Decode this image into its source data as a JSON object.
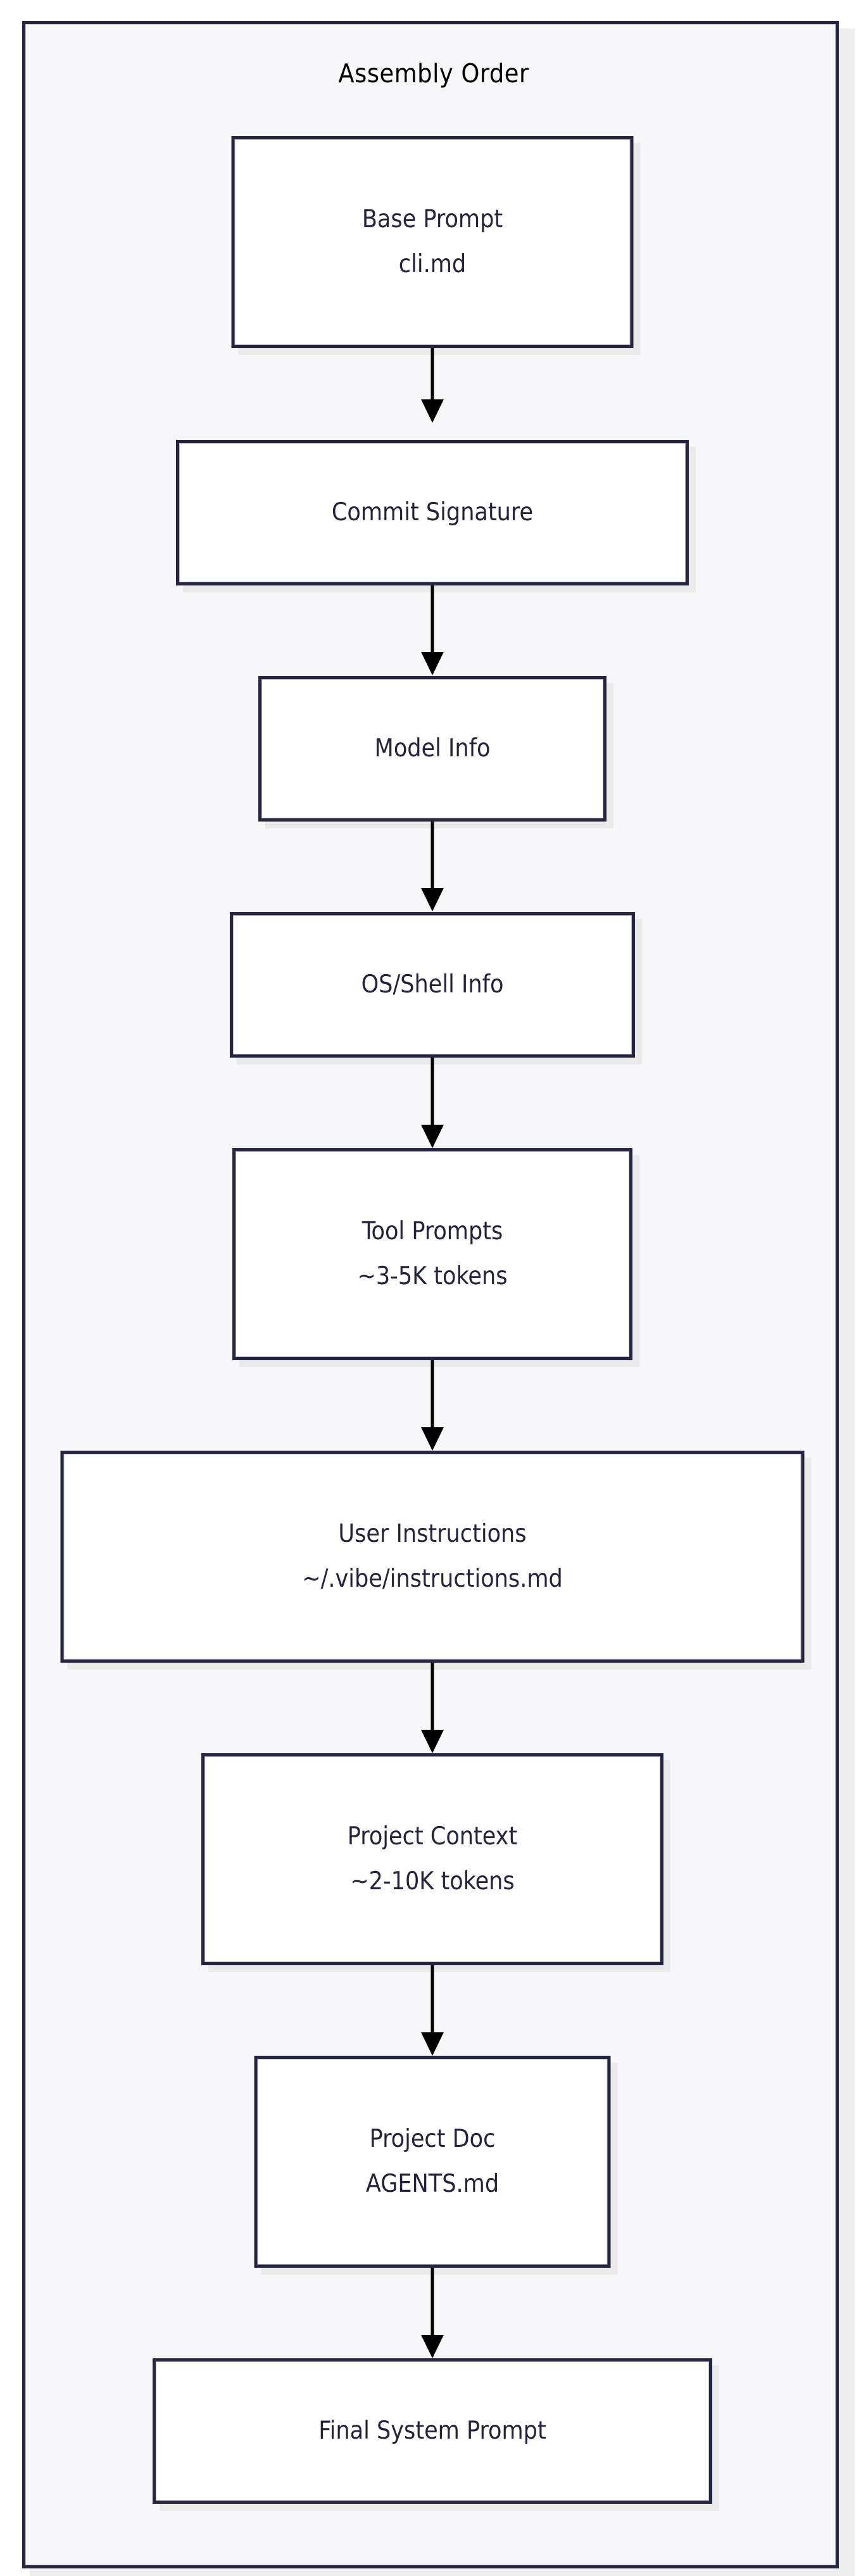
{
  "diagram": {
    "type": "flowchart",
    "direction": "top-to-bottom",
    "title": "Assembly Order",
    "colors": {
      "node_fill": "#ffffff",
      "node_border": "#262640",
      "container_fill": "#f7f7fa",
      "container_border": "#262640",
      "text": "#23233b",
      "title_text": "#000000",
      "arrow": "#000000",
      "shadow": "#eaeaea"
    },
    "nodes": [
      {
        "id": "base-prompt",
        "line1": "Base Prompt",
        "line2": "cli.md"
      },
      {
        "id": "commit-signature",
        "line1": "Commit Signature",
        "line2": ""
      },
      {
        "id": "model-info",
        "line1": "Model Info",
        "line2": ""
      },
      {
        "id": "os-shell-info",
        "line1": "OS/Shell Info",
        "line2": ""
      },
      {
        "id": "tool-prompts",
        "line1": "Tool Prompts",
        "line2": "~3-5K tokens"
      },
      {
        "id": "user-instructions",
        "line1": "User Instructions",
        "line2": "~/.vibe/instructions.md"
      },
      {
        "id": "project-context",
        "line1": "Project Context",
        "line2": "~2-10K tokens"
      },
      {
        "id": "project-doc",
        "line1": "Project Doc",
        "line2": "AGENTS.md"
      },
      {
        "id": "final-system-prompt",
        "line1": "Final System Prompt",
        "line2": ""
      }
    ],
    "edges": [
      {
        "from": "base-prompt",
        "to": "commit-signature"
      },
      {
        "from": "commit-signature",
        "to": "model-info"
      },
      {
        "from": "model-info",
        "to": "os-shell-info"
      },
      {
        "from": "os-shell-info",
        "to": "tool-prompts"
      },
      {
        "from": "tool-prompts",
        "to": "user-instructions"
      },
      {
        "from": "user-instructions",
        "to": "project-context"
      },
      {
        "from": "project-context",
        "to": "project-doc"
      },
      {
        "from": "project-doc",
        "to": "final-system-prompt"
      }
    ]
  }
}
